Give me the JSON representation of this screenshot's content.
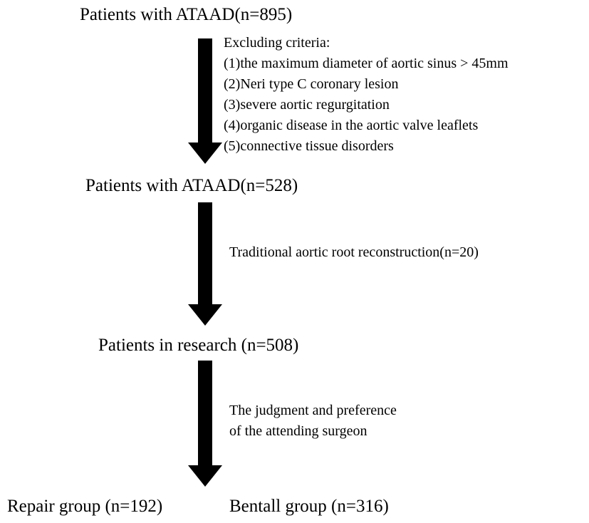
{
  "flowchart": {
    "stage1": {
      "label": "Patients with ATAAD(n=895)"
    },
    "exclusion": {
      "heading": "Excluding criteria:",
      "criteria": [
        "(1)the maximum  diameter of aortic sinus > 45mm",
        "(2)Neri type C coronary lesion",
        "(3)severe aortic regurgitation",
        "(4)organic disease in the aortic valve leaflets",
        "(5)connective tissue disorders"
      ]
    },
    "stage2": {
      "label": "Patients with ATAAD(n=528)"
    },
    "exclusion2": {
      "label": "Traditional  aortic root reconstruction(n=20)"
    },
    "stage3": {
      "label": "Patients in research (n=508)"
    },
    "allocation": {
      "lines": [
        "The judgment and preference",
        "of  the attending surgeon"
      ]
    },
    "groups": {
      "repair": "Repair group (n=192)",
      "bentall": "Bentall group (n=316)"
    }
  }
}
